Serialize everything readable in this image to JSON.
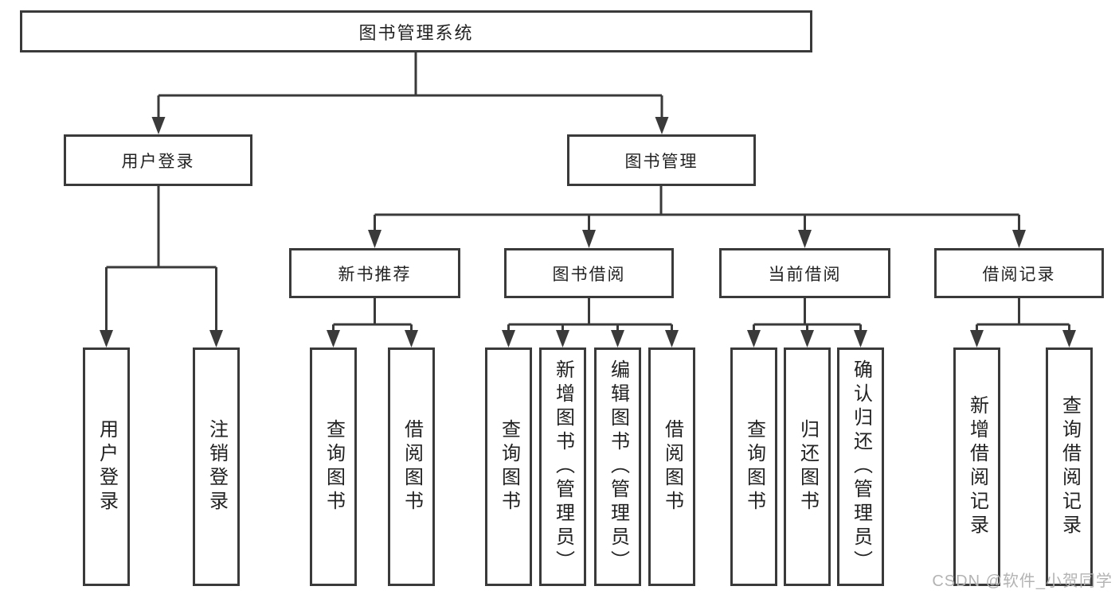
{
  "diagram": {
    "root": {
      "label": "图书管理系统"
    },
    "branches": [
      {
        "label": "用户登录",
        "leaves": [
          {
            "label": "用户登录"
          },
          {
            "label": "注销登录"
          }
        ]
      },
      {
        "label": "图书管理",
        "groups": [
          {
            "label": "新书推荐",
            "leaves": [
              {
                "label": "查询图书"
              },
              {
                "label": "借阅图书"
              }
            ]
          },
          {
            "label": "图书借阅",
            "leaves": [
              {
                "label": "查询图书"
              },
              {
                "label": "新增图书（管理员）"
              },
              {
                "label": "编辑图书（管理员）"
              },
              {
                "label": "借阅图书"
              }
            ]
          },
          {
            "label": "当前借阅",
            "leaves": [
              {
                "label": "查询图书"
              },
              {
                "label": "归还图书"
              },
              {
                "label": "确认归还（管理员）"
              }
            ]
          },
          {
            "label": "借阅记录",
            "leaves": [
              {
                "label": "新增借阅记录"
              },
              {
                "label": "查询借阅记录"
              }
            ]
          }
        ]
      }
    ]
  },
  "watermark": {
    "text": "CSDN @软件_小贺同学"
  },
  "colors": {
    "line": "#3a3a3a",
    "text": "#222222",
    "watermark": "#b3b3b3",
    "background": "#ffffff"
  }
}
